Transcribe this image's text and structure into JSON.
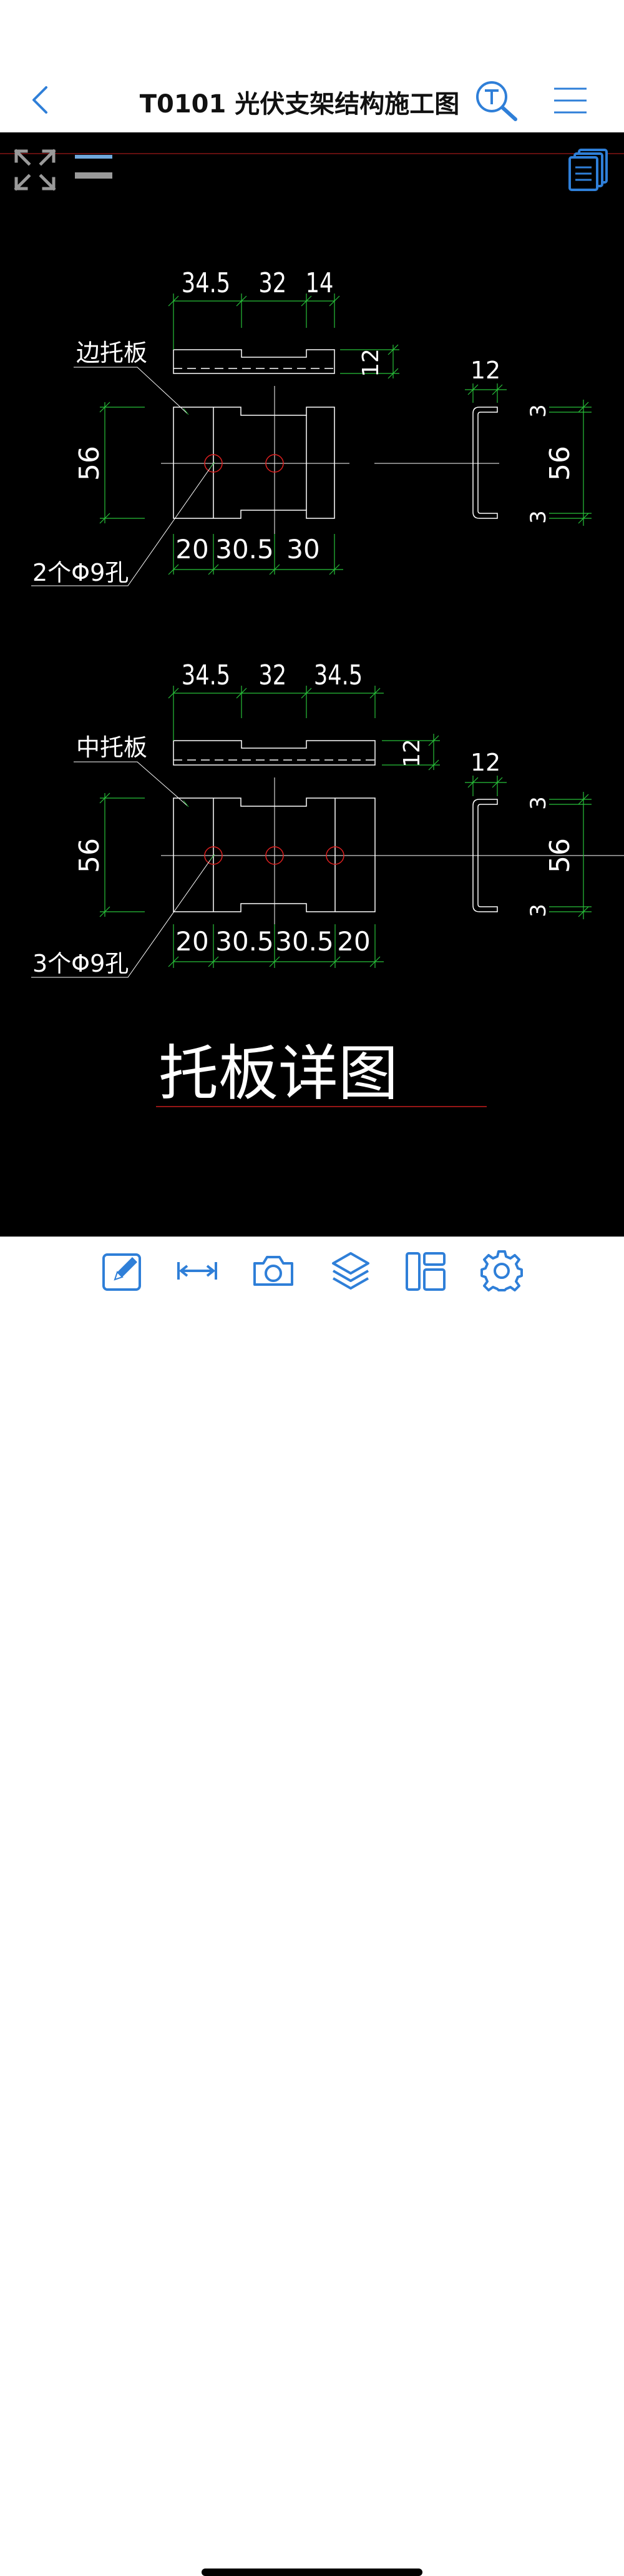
{
  "header": {
    "title": "T0101 光伏支架结构施工图",
    "back_icon": "chevron-left-icon",
    "search_icon": "text-search-icon",
    "menu_icon": "hamburger-menu-icon"
  },
  "canvas_controls": {
    "fit_icon": "expand-arrows-icon",
    "layer_toggle_icon": "layer-lines-icon",
    "sheets_icon": "sheets-list-icon"
  },
  "drawing": {
    "edge_plate": {
      "label": "边托板",
      "top_dims": [
        "34.5",
        "32",
        "14"
      ],
      "thickness": "12",
      "height": "56",
      "holes_label": "2个Φ9孔",
      "bottom_dims": [
        "20",
        "30.5",
        "30"
      ],
      "section": {
        "width": "12",
        "height": "56",
        "lip_top": "3",
        "lip_bottom": "3"
      }
    },
    "middle_plate": {
      "label": "中托板",
      "top_dims": [
        "34.5",
        "32",
        "34.5"
      ],
      "thickness": "12",
      "height": "56",
      "holes_label": "3个Φ9孔",
      "bottom_dims": [
        "20",
        "30.5",
        "30.5",
        "20"
      ],
      "section": {
        "width": "12",
        "height": "56",
        "lip_top": "3",
        "lip_bottom": "3"
      }
    },
    "sheet_title": "托板详图"
  },
  "toolbar": {
    "items": [
      {
        "name": "annotate",
        "icon": "pencil-edit-icon"
      },
      {
        "name": "measure",
        "icon": "measure-distance-icon"
      },
      {
        "name": "camera",
        "icon": "camera-icon"
      },
      {
        "name": "layers",
        "icon": "layers-icon"
      },
      {
        "name": "layout",
        "icon": "layout-panels-icon"
      },
      {
        "name": "settings",
        "icon": "gear-icon"
      }
    ]
  },
  "colors": {
    "accent": "#2F7FD8",
    "canvas": "#000000",
    "outline": "#FFFFFF",
    "dimension": "#28C23A",
    "hole": "#E02020",
    "red_line": "#C81E1E"
  }
}
